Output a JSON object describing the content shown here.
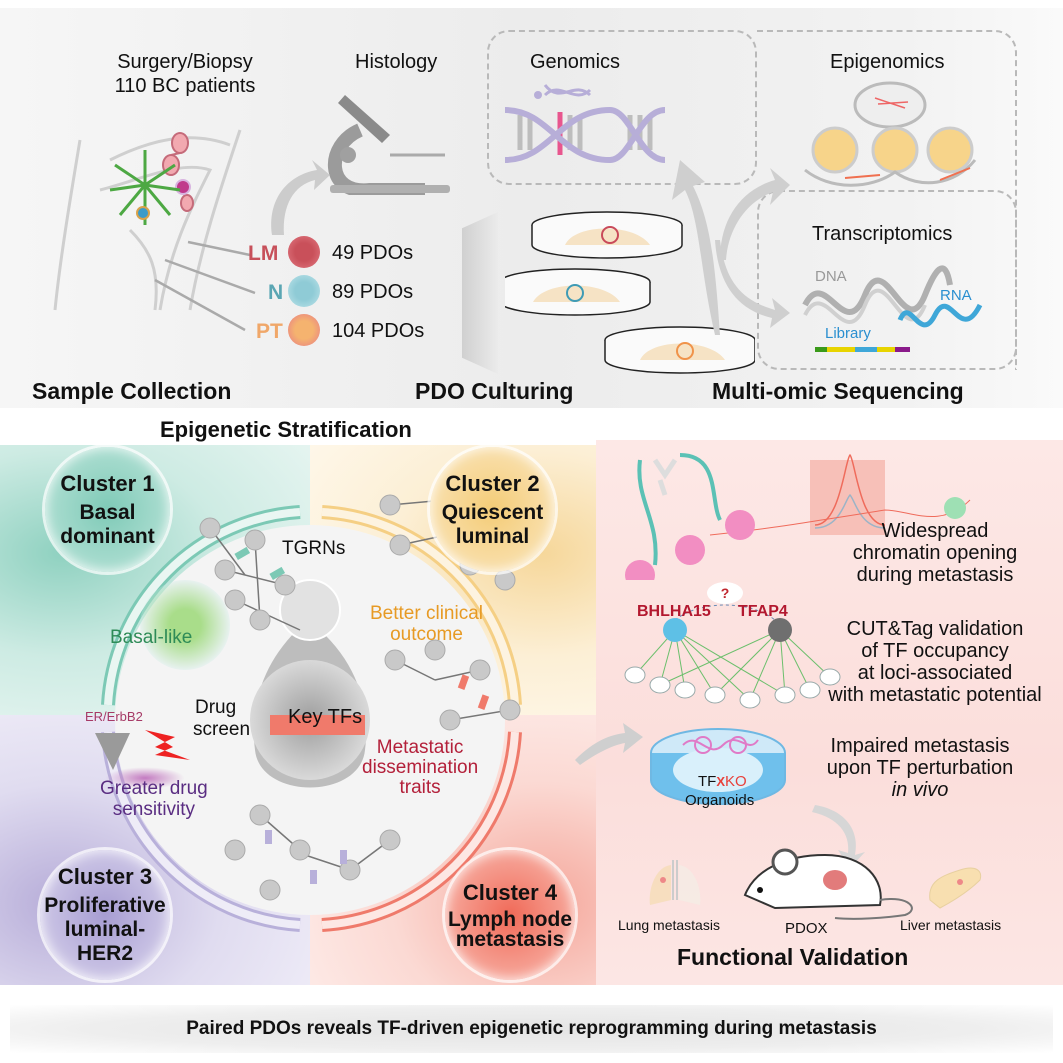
{
  "top_section": {
    "sample_collection": {
      "source_line1": "Surgery/Biopsy",
      "source_line2": "110 BC patients",
      "title": "Sample Collection",
      "samples": [
        {
          "code": "LM",
          "count": "49 PDOs",
          "color": "#c7505a"
        },
        {
          "code": "N",
          "count": "89 PDOs",
          "color": "#5ba6b3"
        },
        {
          "code": "PT",
          "count": "104 PDOs",
          "color": "#f0a769"
        }
      ]
    },
    "histology_label": "Histology",
    "pdo_culturing": {
      "title": "PDO Culturing"
    },
    "multi_omic": {
      "title": "Multi-omic Sequencing",
      "genomics": "Genomics",
      "epigenomics": "Epigenomics",
      "transcriptomics": "Transcriptomics",
      "dna_label": "DNA",
      "rna_label": "RNA",
      "library_label": "Library"
    }
  },
  "epigenetic_stratification": {
    "title": "Epigenetic Stratification",
    "clusters": [
      {
        "title": "Cluster 1",
        "desc_line1": "Basal",
        "desc_line2": "dominant",
        "color": "#5fbfa8"
      },
      {
        "title": "Cluster 2",
        "desc_line1": "Quiescent",
        "desc_line2": "luminal",
        "color": "#f2c56a"
      },
      {
        "title": "Cluster 3",
        "desc_line1": "Proliferative",
        "desc_line2": "luminal-HER2",
        "color": "#9e94cc"
      },
      {
        "title": "Cluster 4",
        "desc_line1": "Lymph node",
        "desc_line2": "metastasis",
        "color": "#ef6b5b"
      }
    ],
    "center": {
      "tgrns": "TGRNs",
      "key_tfs": "Key TFs",
      "better_outcome_line1": "Better clinical",
      "better_outcome_line2": "outcome",
      "metastatic_line1": "Metastatic",
      "metastatic_line2": "dissemination",
      "metastatic_line3": "traits"
    },
    "basal_like": "Basal-like",
    "er_erbb2": "ER/ErbB2",
    "drug_screen_line1": "Drug",
    "drug_screen_line2": "screen",
    "greater_drug_line1": "Greater drug",
    "greater_drug_line2": "sensitivity"
  },
  "functional_validation": {
    "title": "Functional Validation",
    "chromatin_line1": "Widespread",
    "chromatin_line2": "chromatin opening",
    "chromatin_line3": "during metastasis",
    "question_mark": "?",
    "tf1": "BHLHA15",
    "tf2": "TFAP4",
    "cuttag_line1": "CUT&Tag validation",
    "cuttag_line2": "of TF occupancy",
    "cuttag_line3": "at loci-associated",
    "cuttag_line4": "with metastatic potential",
    "ko_label_tf": "TF",
    "ko_label_x": "X",
    "ko_label_ko": "KO",
    "organoids": "Organoids",
    "impaired_line1": "Impaired metastasis",
    "impaired_line2": "upon TF perturbation",
    "impaired_line3": "in vivo",
    "lung": "Lung metastasis",
    "pdox": "PDOX",
    "liver": "Liver metastasis"
  },
  "footer": {
    "summary": "Paired PDOs reveals TF-driven epigenetic reprogramming during metastasis"
  }
}
